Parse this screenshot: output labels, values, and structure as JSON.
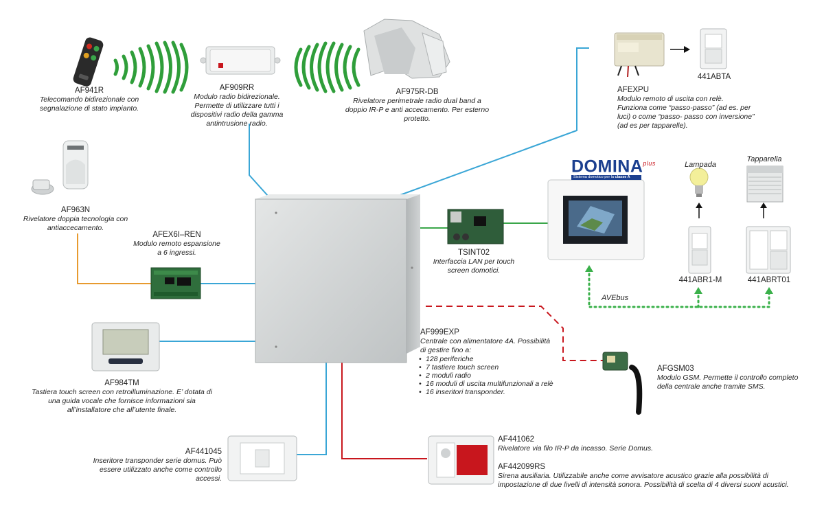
{
  "colors": {
    "radio_waves": "#2f9e3a",
    "wire_blue": "#3aa6d6",
    "wire_orange": "#e79a2f",
    "wire_green": "#3aa64a",
    "wire_red": "#c8161d",
    "avebus_green": "#3ab04a",
    "panel_grey": "#cfd3d4"
  },
  "devices": {
    "af941r": {
      "code": "AF941R",
      "desc": "Telecomando bidirezionale con segnalazione di stato impianto."
    },
    "af909rr": {
      "code": "AF909RR",
      "desc": "Modulo radio bidirezionale. Permette di utilizzare tutti i dispositivi radio della gamma antintrusione radio."
    },
    "af975rdb": {
      "code": "AF975R-DB",
      "desc": "Rivelatore perimetrale radio dual band a doppio IR-P e anti accecamento. Per esterno protetto."
    },
    "afexpu": {
      "code": "AFEXPU",
      "desc": "Modulo remoto di uscita con relè. Funziona come “passo-passo” (ad es. per luci) o come “passo- passo con inversione” (ad es per tapparelle)."
    },
    "abta": {
      "code": "441ABTA"
    },
    "af963n": {
      "code": "AF963N",
      "desc": "Rivelatore doppia tecnologia con antiaccecamento."
    },
    "afex6i": {
      "code": "AFEX6I–REN",
      "desc": "Modulo remoto espansione a 6 ingressi."
    },
    "tsint02": {
      "code": "TSINT02",
      "desc": "Interfaccia LAN per touch screen domotici."
    },
    "domina": {
      "logo": "DOMINA",
      "plus": "plus",
      "tagline_a": "Sistema domotico per la ",
      "tagline_b": "classe A"
    },
    "lampada": {
      "label": "Lampada"
    },
    "tapparella": {
      "label": "Tapparella"
    },
    "abr1m": {
      "code": "441ABR1-M"
    },
    "abrt01": {
      "code": "441ABRT01"
    },
    "avebus": {
      "label": "AVEbus"
    },
    "af984tm": {
      "code": "AF984TM",
      "desc": "Tastiera touch screen con retroilluminazione. E’ dotata di una guida vocale che fornisce informazioni sia all’installatore che all’utente finale."
    },
    "af999exp": {
      "code": "AF999EXP",
      "desc": "Centrale con alimentatore 4A. Possibilità di gestire fino a:",
      "features": [
        "128 periferiche",
        "7 tastiere touch screen",
        "2 moduli radio",
        "16 moduli di uscita multifunzionali a relè",
        "16 inseritori transponder."
      ]
    },
    "afgsm03": {
      "code": "AFGSM03",
      "desc": "Modulo GSM. Permette il controllo completo della centrale anche tramite SMS."
    },
    "af441045": {
      "code": "AF441045",
      "desc": "Inseritore transponder serie domus. Può essere utilizzato anche come controllo accessi."
    },
    "af441062": {
      "code": "AF441062",
      "desc": "Rivelatore via filo IR-P da incasso. Serie Domus."
    },
    "af442099rs": {
      "code": "AF442099RS",
      "desc": "Sirena ausiliaria. Utilizzabile anche come avvisatore acustico grazie alla possibilità di impostazione di due livelli di intensità sonora. Possibilità di scelta di 4 diversi suoni acustici."
    }
  }
}
